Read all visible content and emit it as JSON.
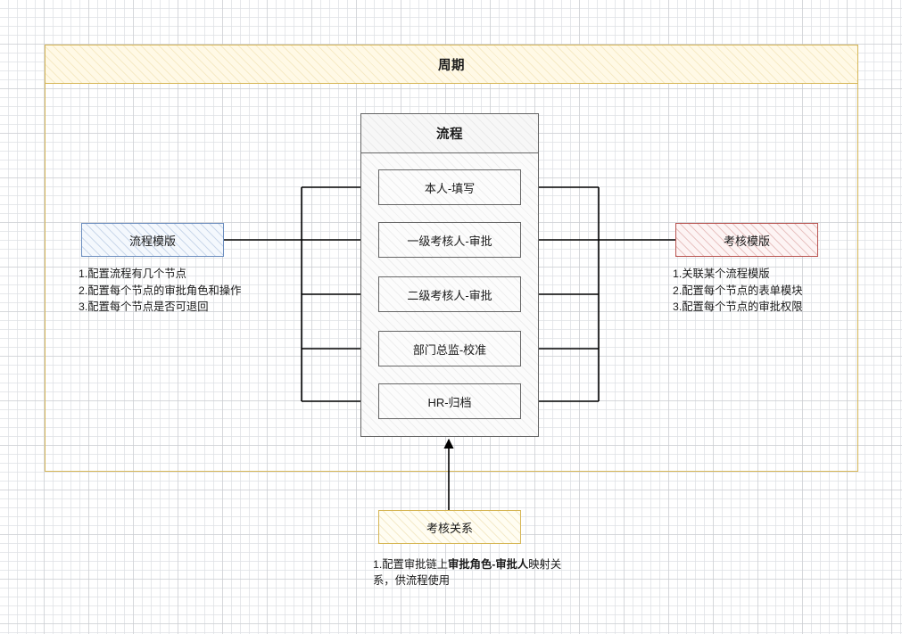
{
  "diagram": {
    "title": "周期",
    "period_lane": {
      "label": "周期"
    },
    "process": {
      "title": "流程",
      "nodes": [
        {
          "label": "本人-填写"
        },
        {
          "label": "一级考核人-审批"
        },
        {
          "label": "二级考核人-审批"
        },
        {
          "label": "部门总监-校准"
        },
        {
          "label": "HR-归档"
        }
      ]
    },
    "entities": {
      "flow_template": {
        "label": "流程模版",
        "color": "#6c8ebf",
        "notes": "1.配置流程有几个节点\n2.配置每个节点的审批角色和操作\n3.配置每个节点是否可退回"
      },
      "review_template": {
        "label": "考核模版",
        "color": "#b85450",
        "notes": "1.关联某个流程模版\n2.配置每个节点的表单模块\n3.配置每个节点的审批权限"
      },
      "review_relation": {
        "label": "考核关系",
        "color": "#d6b656",
        "note_prefix": "1.配置审批链上",
        "note_emphasis": "审批角色-审批人",
        "note_suffix": "映射关系，供流程使用"
      }
    },
    "colors": {
      "period_border": "#d6b656",
      "process_border": "#666666",
      "connector": "#000000",
      "grid": "#dee0e4"
    }
  }
}
